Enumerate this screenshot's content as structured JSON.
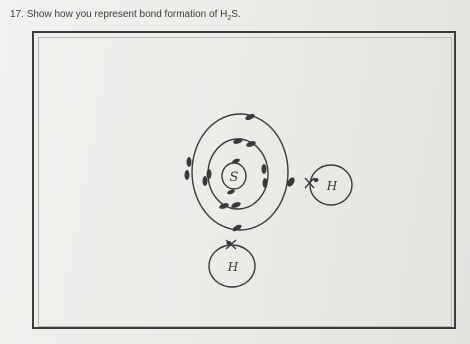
{
  "question": {
    "number": "17.",
    "text_before": "Show how you represent bond formation of H",
    "subscript": "2",
    "text_after": "S."
  },
  "diagram": {
    "central_atom": "S",
    "bonded_atom_right": "H",
    "bonded_atom_bottom": "H",
    "ink_color": "#3a3a3a"
  }
}
